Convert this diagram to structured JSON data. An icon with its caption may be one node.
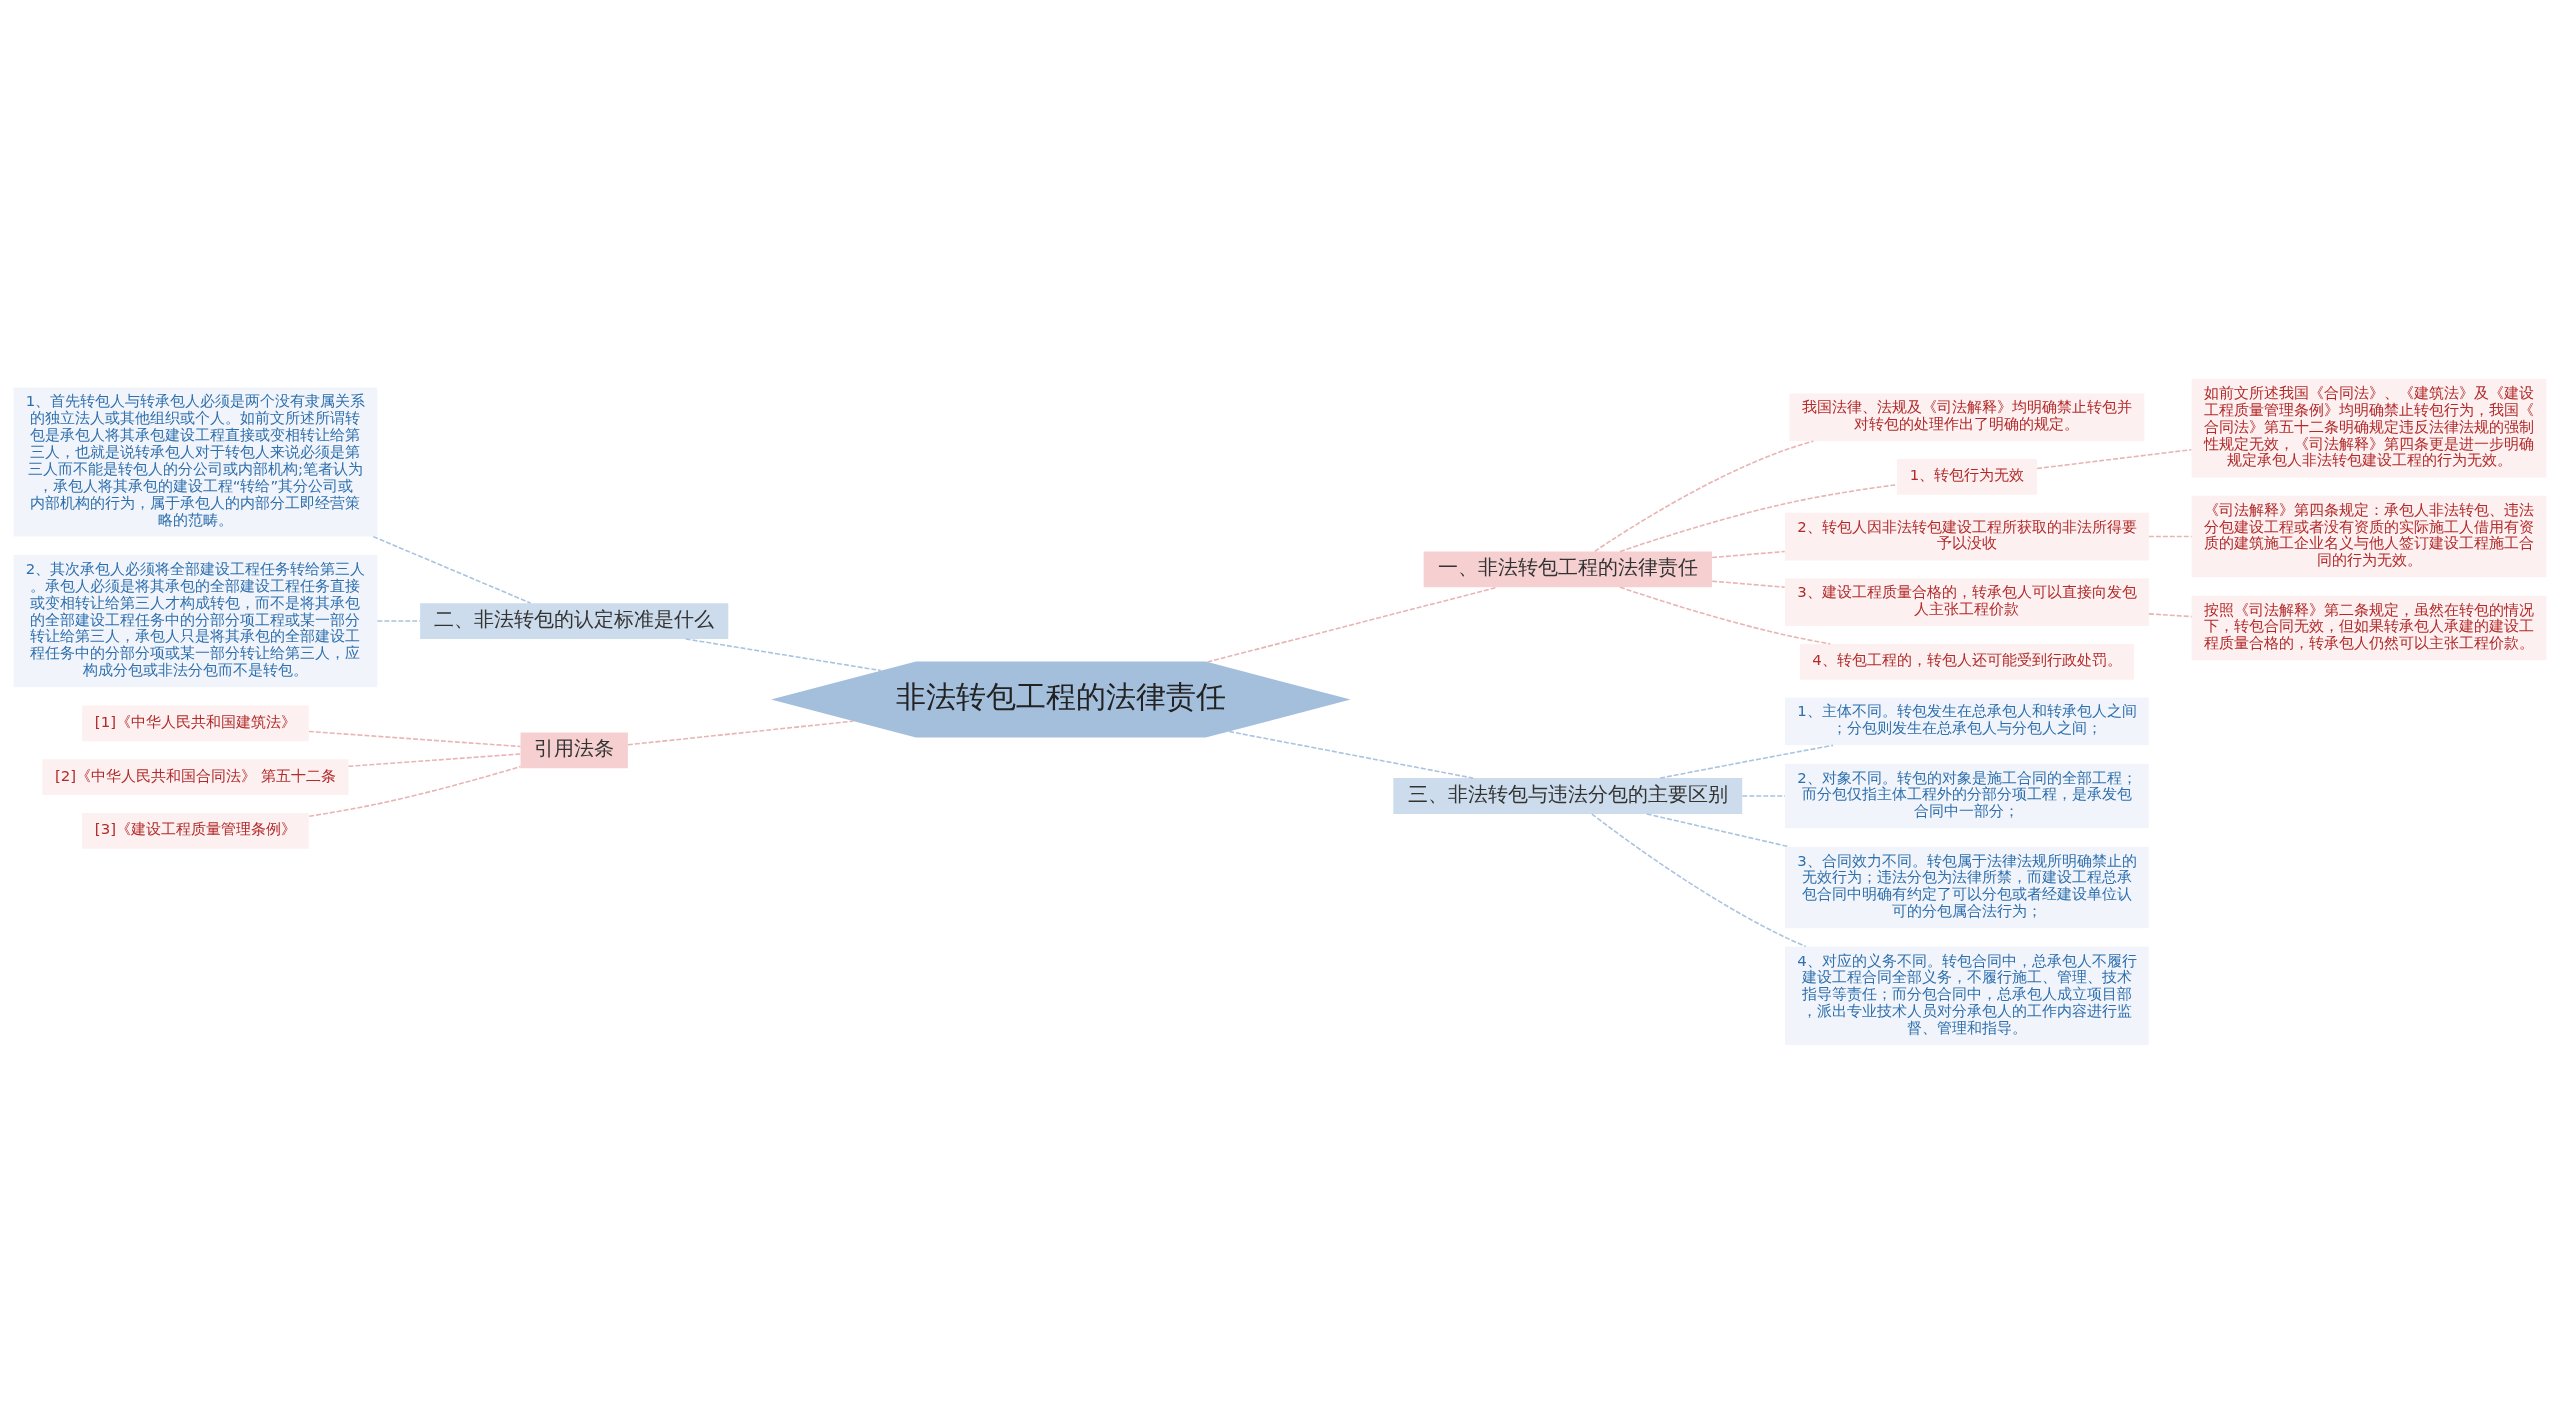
{
  "diagram": {
    "nodes": [
      {
        "text": [
          "非法转包工程的法律责任"
        ]
      },
      {
        "text": [
          "一、非法转包工程的法律责任"
        ]
      },
      {
        "text": [
          "我国法律、法规及《司法解释》均明确禁止转包并对转包的处理作出了明确的规定。"
        ]
      },
      {
        "text": [
          "1、转包行为无效"
        ]
      },
      {
        "text": [
          "如前文所述我国《合同法》、《建筑法》及《建设工程质量管理条例》均明确禁止转包行为，我国《合同法》第五十二条明确规定违反法律法规的强制性规定无效，《司法解释》第四条更是进一步明确规定承包人非法转包建设工程的行为无效。"
        ]
      },
      {
        "text": [
          "2、转包人因非法转包建设工程所获取的非法所得要予以没收"
        ]
      },
      {
        "text": [
          "《司法解释》第四条规定：承包人非法转包、违法分包建设工程或者没有资质的实际施工人借用有资质的建筑施工企业名义与他人签订建设工程施工合同的行为无效。"
        ]
      },
      {
        "text": [
          "3、建设工程质量合格的，转承包人可以直接向发包人主张工程价款"
        ]
      },
      {
        "text": [
          "按照《司法解释》第二条规定，虽然在转包的情况下，转包合同无效，但如果转承包人承建的建设工程质量合格的，转承包人仍然可以主张工程价款。"
        ]
      },
      {
        "text": [
          "4、转包工程的，转包人还可能受到行政处罚。"
        ]
      },
      {
        "text": [
          "三、非法转包与违法分包的主要区别"
        ]
      },
      {
        "text": [
          "1、主体不同。转包发生在总承包人和转承包人之间；分包则发生在总承包人与分包人之间；"
        ]
      },
      {
        "text": [
          "2、对象不同。转包的对象是施工合同的全部工程；而分包仅指主体工程外的分部分项工程，是承发包合同中一部分；"
        ]
      },
      {
        "text": [
          "3、合同效力不同。转包属于法律法规所明确禁止的无效行为；违法分包为法律所禁，而建设工程总承包合同中明确有约定了可以分包或者经建设单位认可的分包属合法行为；"
        ]
      },
      {
        "text": [
          "4、对应的义务不同。转包合同中，总承包人不履行建设工程合同全部义务，不履行施工、管理、技术指导等责任；而分包合同中，总承包人成立项目部，派出专业技术人员对分承包人的工作内容进行监督、管理和指导。"
        ]
      },
      {
        "text": [
          "二、非法转包的认定标准是什么"
        ]
      },
      {
        "text": [
          "1、首先转包人与转承包人必须是两个没有隶属关系的独立法人或其他组织或个人。如前文所述所谓转包是承包人将其承包建设工程直接或变相转让给第三人，也就是说转承包人对于转包人来说必须是第三人而不能是转包人的分公司或内部机构;笔者认为，承包人将其承包的建设工程“转给”其分公司或内部机构的行为，属于承包人的内部分工即经营策略的范畴。"
        ]
      },
      {
        "text": [
          "2、其次承包人必须将全部建设工程任务转给第三人。承包人必须是将其承包的全部建设工程任务直接或变相转让给第三人才构成转包，而不是将其承包的全部建设工程任务中的分部分项工程或某一部分转让给第三人，承包人只是将其承包的全部建设工程任务中的分部分项或某一部分转让给第三人，应构成分包或非法分包而不是转包。"
        ]
      },
      {
        "text": [
          "引用法条"
        ]
      },
      {
        "text": [
          "[1]《中华人民共和国建筑法》"
        ]
      },
      {
        "text": [
          "[2]《中华人民共和国合同法》 第五十二条"
        ]
      },
      {
        "text": [
          "[3]《建设工程质量管理条例》"
        ]
      }
    ],
    "edges": [
      {
        "from": 0,
        "to": 1,
        "arrow": "none",
        "style": "dashed"
      },
      {
        "from": 1,
        "to": 2,
        "arrow": "none",
        "style": "dashed"
      },
      {
        "from": 1,
        "to": 3,
        "arrow": "none",
        "style": "dashed"
      },
      {
        "from": 3,
        "to": 4,
        "arrow": "none",
        "style": "dashed"
      },
      {
        "from": 1,
        "to": 5,
        "arrow": "none",
        "style": "dashed"
      },
      {
        "from": 5,
        "to": 6,
        "arrow": "none",
        "style": "dashed"
      },
      {
        "from": 1,
        "to": 7,
        "arrow": "none",
        "style": "dashed"
      },
      {
        "from": 7,
        "to": 8,
        "arrow": "none",
        "style": "dashed"
      },
      {
        "from": 1,
        "to": 9,
        "arrow": "none",
        "style": "dashed"
      },
      {
        "from": 0,
        "to": 10,
        "arrow": "none",
        "style": "dashed",
        "color": "#a9c4e0"
      },
      {
        "from": 10,
        "to": 11,
        "arrow": "none",
        "style": "dashed",
        "color": "#a9c4e0"
      },
      {
        "from": 10,
        "to": 12,
        "arrow": "none",
        "style": "dashed",
        "color": "#a9c4e0"
      },
      {
        "from": 10,
        "to": 13,
        "arrow": "none",
        "style": "dashed",
        "color": "#a9c4e0"
      },
      {
        "from": 10,
        "to": 14,
        "arrow": "none",
        "style": "dashed",
        "color": "#a9c4e0"
      },
      {
        "from": 15,
        "to": 0,
        "arrow": "none",
        "style": "dashed",
        "color": "#a9c4e0"
      },
      {
        "from": 16,
        "to": 15,
        "arrow": "none",
        "style": "dashed",
        "color": "#a9c4e0"
      },
      {
        "from": 17,
        "to": 15,
        "arrow": "none",
        "style": "dashed",
        "color": "#a9c4e0"
      },
      {
        "from": 18,
        "to": 0,
        "arrow": "none",
        "style": "dashed"
      },
      {
        "from": 19,
        "to": 18,
        "arrow": "none",
        "style": "dashed"
      },
      {
        "from": 20,
        "to": 18,
        "arrow": "none",
        "style": "dashed"
      },
      {
        "from": 21,
        "to": 18,
        "arrow": "none",
        "style": "dashed"
      }
    ]
  }
}
